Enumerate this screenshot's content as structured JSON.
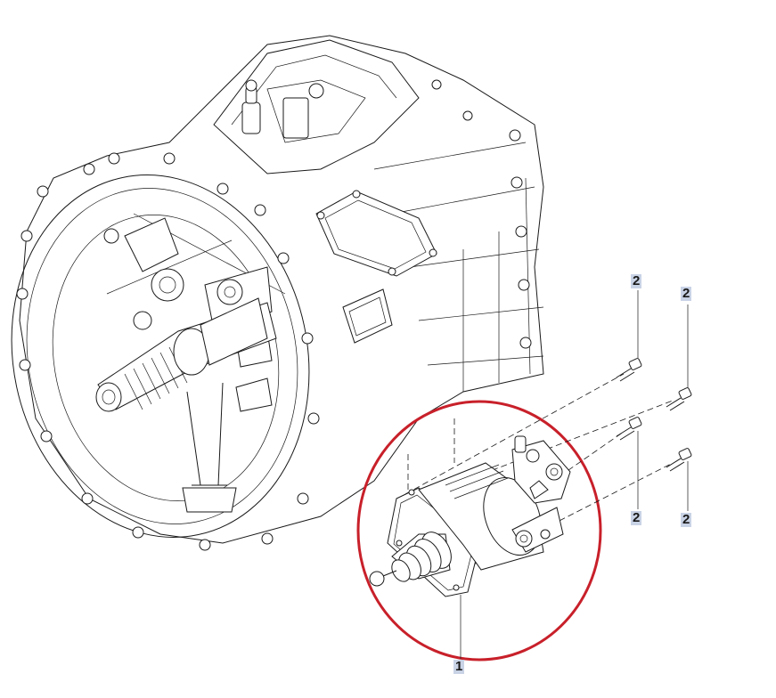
{
  "callouts": {
    "part_1": "1",
    "bolt_a": "2",
    "bolt_b": "2",
    "bolt_c": "2",
    "bolt_d": "2"
  },
  "colors": {
    "highlight_circle": "#c8202a",
    "callout_background": "#c9d3e6",
    "line_art": "#1a1a1a"
  },
  "icons": {
    "gearbox": "gearbox-housing-illustration",
    "actuator": "clutch-servo-actuator-illustration",
    "bolt": "bolt-illustration"
  }
}
